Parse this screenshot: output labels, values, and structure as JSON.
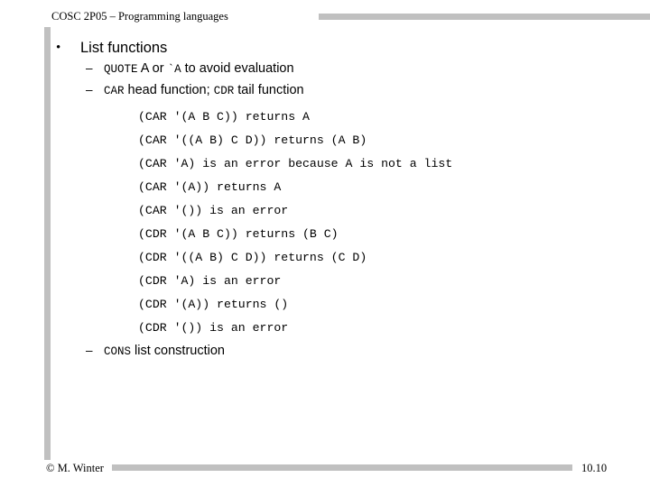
{
  "header": {
    "title": "COSC 2P05 – Programming languages"
  },
  "content": {
    "heading": "List functions",
    "sub_items": [
      {
        "code": "QUOTE",
        "text_a": " A or ",
        "code2": "`A",
        "text_b": " to avoid evaluation"
      },
      {
        "code": "CAR",
        "text_a": " head function; ",
        "code2": "CDR",
        "text_b": " tail function"
      }
    ],
    "code_lines": [
      "(CAR '(A B C)) returns A",
      "(CAR '((A B) C D)) returns (A B)",
      "(CAR 'A) is an error because A is not a list",
      "(CAR '(A)) returns A",
      "(CAR '()) is an error",
      "(CDR '(A B C)) returns (B C)",
      "(CDR '((A B) C D)) returns (C D)",
      "(CDR 'A) is an error",
      "(CDR '(A)) returns ()",
      "(CDR '()) is an error"
    ],
    "last_item": {
      "code": "CONS",
      "text": " list construction"
    },
    "bullet_glyph": "•",
    "dash_glyph": "–"
  },
  "footer": {
    "copyright": "© M. Winter",
    "page_number": "10.10"
  }
}
